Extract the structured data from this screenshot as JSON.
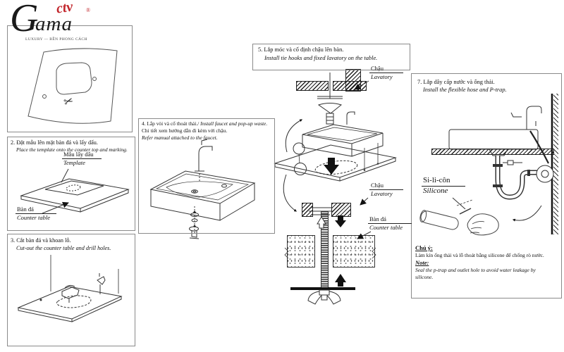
{
  "logo": {
    "brand_g": "G",
    "brand_rest": "ama",
    "ornament": "ctv",
    "registered": "®",
    "tagline": "LUXURY — BỀN PHONG CÁCH"
  },
  "panels": {
    "step2": {
      "title_vi": "2. Đặt mẫu lên mặt bàn đá và lấy dấu.",
      "title_en": "Place the template onto the counter top and marking."
    },
    "step3": {
      "title_vi": "3. Cắt bàn đá và khoan lỗ.",
      "title_en": "Cut-out the counter table and drill holes."
    },
    "step4": {
      "title_vi": "4. Lắp vòi và cổ thoát thải./",
      "title_en_inline": " Install faucet and pop-up waste.",
      "line2_vi": "Chi tiết xem hướng dẫn đi kèm với chậu.",
      "line3_en": "Refer manual attached to the faucet."
    },
    "step5": {
      "title_vi": "5. Lắp móc và cố định chậu lên bàn.",
      "title_en": "Install tie hooks and fixed lavatory on the table."
    },
    "step7": {
      "title_vi": "7. Lắp dây cấp nước và ống thải.",
      "title_en": "Install the flexible hose and P-trap."
    }
  },
  "labels": {
    "template_vi": "Mẫu lấy dấu",
    "template_en": "Template",
    "counter_vi": "Bàn đá",
    "counter_en": "Counter table",
    "lavatory_vi": "Chậu",
    "lavatory_en": "Lavatory",
    "silicone_vi": "Si-li-côn",
    "silicone_en": "Silicone"
  },
  "note": {
    "vi_title": "Chú ý:",
    "vi_body": "Làm kín ống thải và lỗ thoát bằng silicone để chống rò nước.",
    "en_title": "Note:",
    "en_body_1": "Seal the p-trap and outlet hole to avoid water leakage by",
    "en_body_2": "silicone."
  },
  "colors": {
    "accent_red": "#c2262c",
    "ink": "#1a1a1a",
    "border_gray": "#8a8a8a"
  }
}
